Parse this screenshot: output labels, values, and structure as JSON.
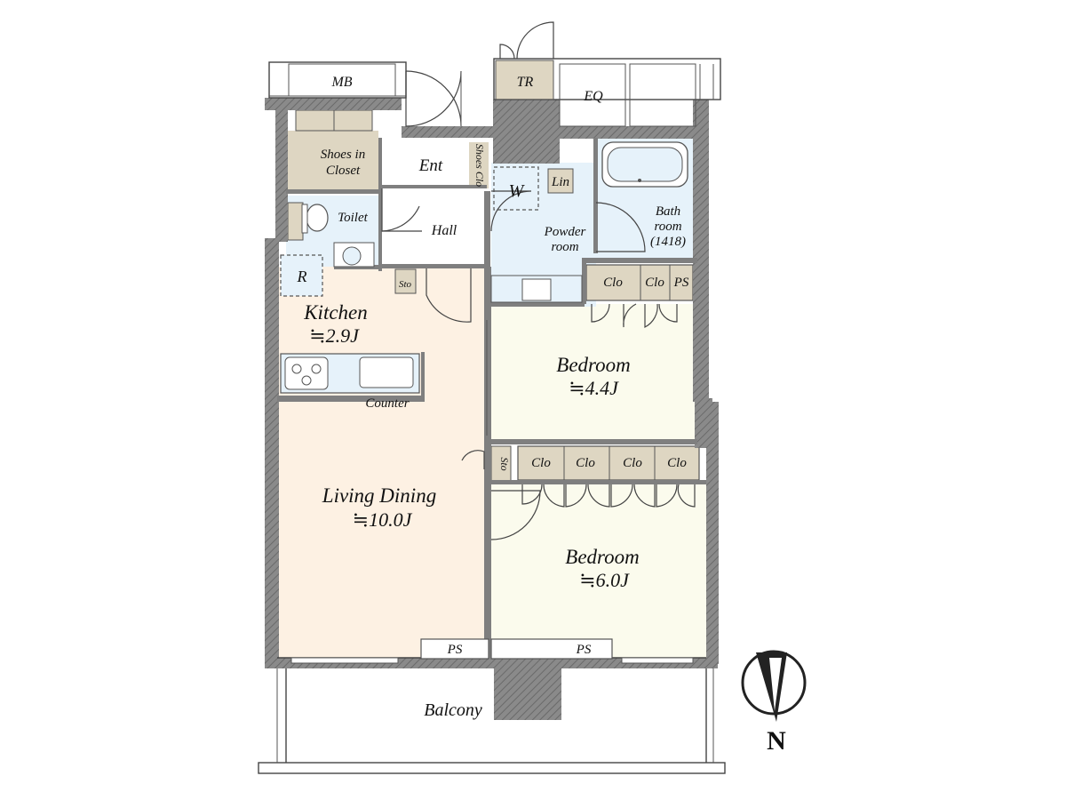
{
  "plan": {
    "rooms": {
      "mb": "MB",
      "tr": "TR",
      "eq": "EQ",
      "shoes_closet_1": "Shoes in",
      "shoes_closet_2": "Closet",
      "entrance": "Ent",
      "shoes_clo": "Shoes Clo",
      "washer": "W",
      "linen": "Lin",
      "toilet": "Toilet",
      "hall": "Hall",
      "powder_room_1": "Powder",
      "powder_room_2": "room",
      "bath_room_1": "Bath",
      "bath_room_2": "room",
      "bath_room_3": "(1418)",
      "fridge": "R",
      "sto_hall": "Sto",
      "clo_a": "Clo",
      "clo_b": "Clo",
      "ps_top": "PS",
      "kitchen": "Kitchen",
      "kitchen_area": "≒2.9J",
      "counter": "Counter",
      "bedroom_upper": "Bedroom",
      "bedroom_upper_area": "≒4.4J",
      "sto_bed": "Sto",
      "clo_1": "Clo",
      "clo_2": "Clo",
      "clo_3": "Clo",
      "clo_4": "Clo",
      "living_dining": "Living Dining",
      "living_dining_area": "≒10.0J",
      "bedroom_lower": "Bedroom",
      "bedroom_lower_area": "≒6.0J",
      "ps_left": "PS",
      "ps_right": "PS",
      "balcony": "Balcony"
    },
    "compass": "N",
    "colors": {
      "wall": "#7f7f7f",
      "storage": "#ded6c2",
      "wet_area": "#e6f2fa",
      "living": "#fdf1e3",
      "bedroom": "#fbfbed",
      "counter": "#e6f2fa"
    }
  }
}
